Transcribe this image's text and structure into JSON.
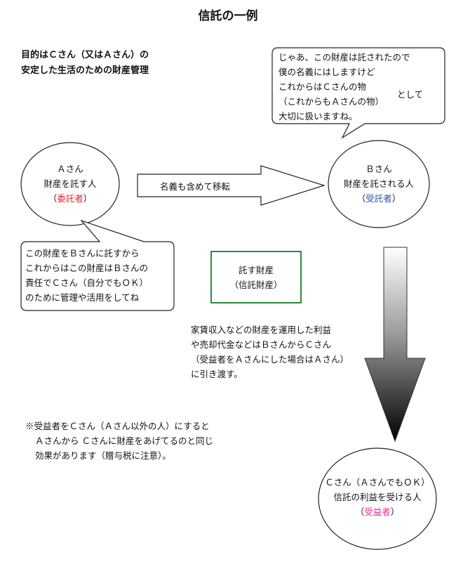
{
  "title": "信託の一例",
  "purpose": {
    "line1": "目的はＣさん（又はＡさん）の",
    "line2": "安定した生活のための財産管理"
  },
  "bubble_b": {
    "line1": "じゃあ、この財産は託されたので",
    "line2": "僕の名義にはしますけど",
    "line3": "これからはＣさんの物",
    "line4": "（これからもＡさんの物）",
    "line5": "大切に扱いますね。",
    "side_text": "として"
  },
  "person_a": {
    "name": "Ａさん",
    "desc": "財産を託す人",
    "role": "委託者"
  },
  "person_b": {
    "name": "Ｂさん",
    "desc": "財産を託される人",
    "role": "受託者"
  },
  "person_c": {
    "name": "Ｃさん（ＡさんでもＯＫ）",
    "desc": "信託の利益を受ける人",
    "role": "受益者"
  },
  "transfer_arrow_label": "名義も含めて移転",
  "bubble_a": {
    "line1": "この財産をＢさんに託すから",
    "line2": "これからはこの財産はＢさんの",
    "line3": "責任でＣさん（自分でもＯＫ）",
    "line4": "のために管理や活用をしてね"
  },
  "trust_property": {
    "line1": "託す財産",
    "line2": "（信託財産）"
  },
  "profit_note": {
    "line1": "家賃収入などの財産を運用した利益",
    "line2": "や売却代金などはＢさんからＣさん",
    "line3": "（受益者をＡさんにした場合はＡさん）",
    "line4": "に引き渡す。"
  },
  "footnote": {
    "line1": "※受益者をＣさん（Ａさん以外の人）にすると",
    "line2": "Ａさんから Ｃさんに財産をあげてるのと同じ",
    "line3": "効果があります（贈与税に注意）。"
  },
  "colors": {
    "role_red": "#e0262b",
    "role_blue": "#2852a8",
    "role_pink": "#e0309a",
    "box_green": "#2c8a3d"
  }
}
